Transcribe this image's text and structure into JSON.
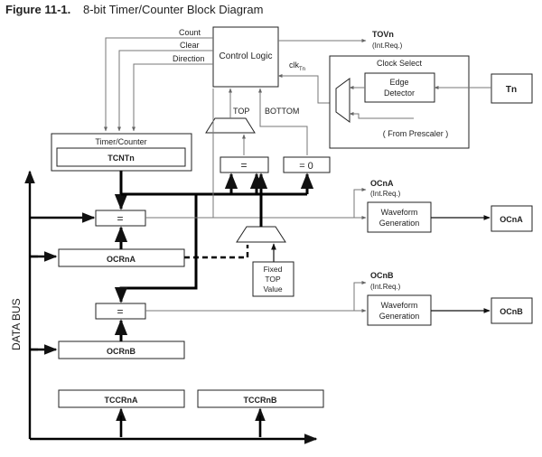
{
  "figure": {
    "number": "Figure 11-1.",
    "title": "8-bit Timer/Counter Block Diagram"
  },
  "blocks": {
    "control_logic": "Control Logic",
    "clock_select": "Clock Select",
    "edge_detector_line1": "Edge",
    "edge_detector_line2": "Detector",
    "from_prescaler": "( From Prescaler )",
    "tn": "Tn",
    "timer_counter": "Timer/Counter",
    "tcnt": "TCNTn",
    "eq_top": "=",
    "eq_zero": "= 0",
    "cmp_a": "=",
    "cmp_b": "=",
    "ocr_a": "OCRnA",
    "ocr_b": "OCRnB",
    "fixed_top_1": "Fixed",
    "fixed_top_2": "TOP",
    "fixed_top_3": "Value",
    "waveform_a_1": "Waveform",
    "waveform_a_2": "Generation",
    "waveform_b_1": "Waveform",
    "waveform_b_2": "Generation",
    "oc_a_out": "OCnA",
    "oc_b_out": "OCnB",
    "tccr_a": "TCCRnA",
    "tccr_b": "TCCRnB"
  },
  "signals": {
    "count": "Count",
    "clear": "Clear",
    "direction": "Direction",
    "tov": "TOVn",
    "tov_req": "(Int.Req.)",
    "clk": "clk",
    "clk_sub": "Tn",
    "top": "TOP",
    "bottom": "BOTTOM",
    "oc_a": "OCnA",
    "oc_a_req": "(Int.Req.)",
    "oc_b": "OCnB",
    "oc_b_req": "(Int.Req.)",
    "data_bus": "DATA BUS"
  }
}
